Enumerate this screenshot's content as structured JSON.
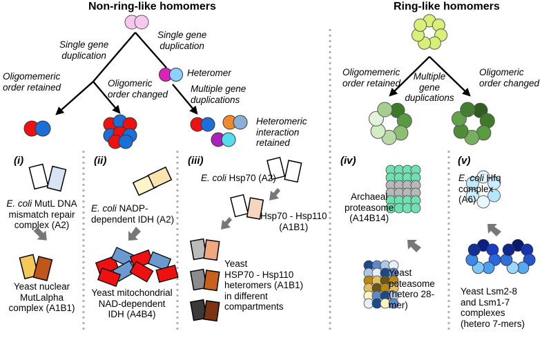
{
  "titles": {
    "left": "Non-ring-like homomers",
    "right": "Ring-like homomers"
  },
  "tree_labels": {
    "single_gene_dup_left": [
      "Single gene",
      "duplication"
    ],
    "single_gene_dup_right": [
      "Single gene",
      "duplication"
    ],
    "heteromer": "Heteromer",
    "order_retained_left": [
      "Oligomemeric",
      "order retained"
    ],
    "order_changed_left": [
      "Oligomeric",
      "order changed"
    ],
    "multiple_gene_dup_left": [
      "Multiple gene",
      "duplications"
    ],
    "heteromeric_interaction": [
      "Heteromeric",
      "interaction",
      "retained"
    ],
    "order_retained_right": [
      "Oligomemeric",
      "order retained"
    ],
    "multiple_gene_dup_right": [
      "Multiple",
      "gene",
      "duplications"
    ],
    "order_changed_right": [
      "Oligomeric",
      "order changed"
    ]
  },
  "panels": {
    "i": {
      "label": "(i)",
      "top": [
        "E. coli",
        " MutL DNA",
        "mismatch repair",
        "complex (A2)"
      ],
      "bottom": [
        "Yeast nuclear",
        "MutLalpha",
        "complex (A1B1)"
      ]
    },
    "ii": {
      "label": "(ii)",
      "top": [
        "E. coli",
        " NADP-",
        "dependent IDH (A2)"
      ],
      "bottom": [
        "Yeast mitochondrial",
        "NAD-dependent",
        "IDH (A4B4)"
      ]
    },
    "iii": {
      "label": "(iii)",
      "top": [
        "E. coli",
        " Hsp70 (A2)"
      ],
      "middle": [
        "Hsp70 - Hsp110",
        "(A1B1)"
      ],
      "bottom": [
        "Yeast",
        "HSP70 - Hsp110",
        "heteromers (A1B1)",
        "in different",
        "compartments"
      ]
    },
    "iv": {
      "label": "(iv)",
      "top": [
        "Archaeal",
        "proteasome",
        "(A14B14)"
      ],
      "bottom": [
        "Yeast",
        "poteasome",
        "(hetero 28-",
        "mer)"
      ]
    },
    "v": {
      "label": "(v)",
      "top": [
        "E. coli",
        " Hfq",
        "complex",
        "(A6)"
      ],
      "bottom": [
        "Yeast Lsm2-8",
        "and Lsm1-7",
        "complexes",
        "(hetero 7-mers)"
      ]
    }
  },
  "colors": {
    "pink": "#f6c8ee",
    "red": "#ee1111",
    "blue": "#1c6fd6",
    "magenta": "#dd22bb",
    "sky": "#8ad1ff",
    "orange": "#f08a2a",
    "cyan": "#55ddee",
    "purple": "#aa22bb",
    "lime": "#d8f078",
    "green_light": "#d4ecc4",
    "green_dark": "#3b7a28",
    "arrow_gray": "#777777",
    "divider": "#b0b0b0"
  }
}
